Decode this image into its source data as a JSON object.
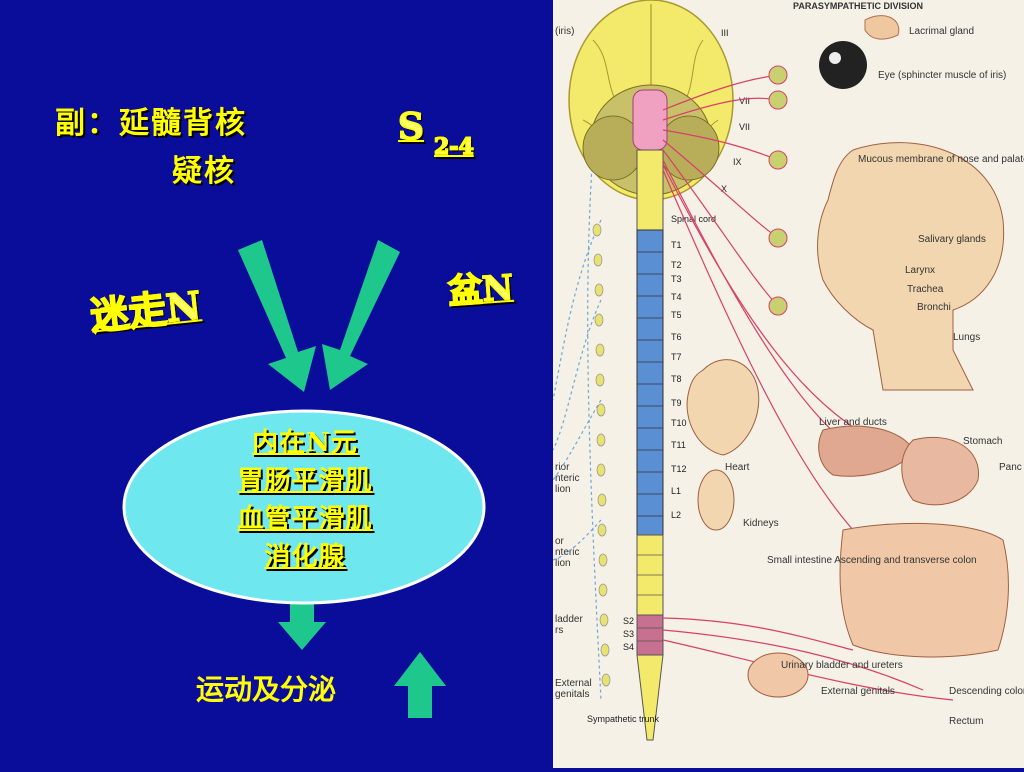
{
  "left": {
    "accessory_line1": "副：延髓背核",
    "accessory_line2": "疑核",
    "sacral_letter": "S",
    "sacral_range": "2-4",
    "vagus_label": "迷走N",
    "pelvic_label": "盆N",
    "oval_lines": [
      "内在N元",
      "胃肠平滑肌",
      "血管平滑肌",
      "消化腺"
    ],
    "output_label": "运动及分泌",
    "colors": {
      "background": "#0a0c9a",
      "arrow_green": "#1ec88c",
      "oval_fill": "#6ee8ee",
      "text_yellow": "#ffff00"
    }
  },
  "figure": {
    "header": "PARASYMPATHETIC DIVISION",
    "left_edge_labels": [
      "(iris)",
      "rior",
      "nteric",
      "lion",
      "or",
      "nteric",
      "lion",
      "ladder",
      "rs",
      "External",
      "genitals"
    ],
    "cranial_nerves": [
      "III",
      "VII",
      "VII",
      "IX",
      "X"
    ],
    "spinal_cord_label": "Spinal cord",
    "segments": [
      "T1",
      "T2",
      "T3",
      "T4",
      "T5",
      "T6",
      "T7",
      "T8",
      "T9",
      "T10",
      "T11",
      "T12",
      "L1",
      "L2"
    ],
    "sacral_segments": [
      "S2",
      "S3",
      "S4"
    ],
    "sympathetic_trunk_label": "Sympathetic trunk",
    "organs": {
      "lacrimal": "Lacrimal gland",
      "eye": "Eye (sphincter muscle of iris)",
      "mucous": "Mucous membrane of nose and palate",
      "salivary": "Salivary glands",
      "larynx": "Larynx",
      "trachea": "Trachea",
      "bronchi": "Bronchi",
      "lungs": "Lungs",
      "liver": "Liver and ducts",
      "stomach": "Stomach",
      "pancreas": "Panc",
      "heart": "Heart",
      "kidneys": "Kidneys",
      "small_intestine": "Small intestine Ascending and transverse colon",
      "bladder": "Urinary bladder and ureters",
      "external_genitals": "External genitals",
      "descending_colon": "Descending colon",
      "rectum": "Rectum"
    }
  }
}
